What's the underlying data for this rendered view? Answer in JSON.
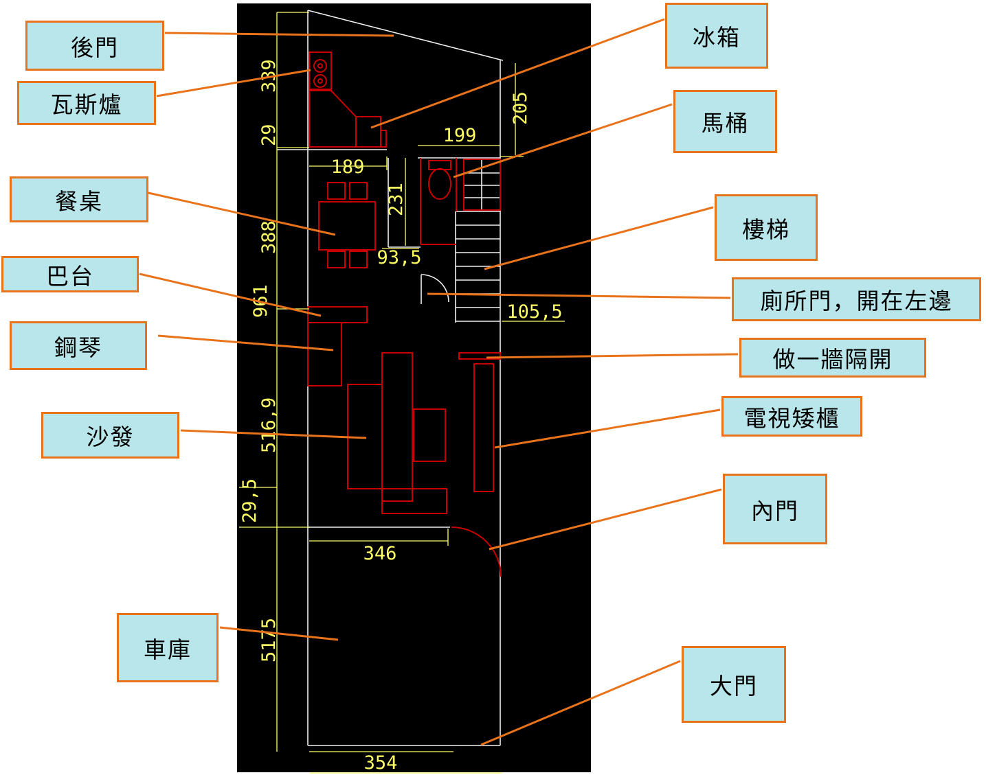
{
  "title": "annotated-floor-plan",
  "colors": {
    "canvas_bg": "#000000",
    "wall_line": "#f0f0f0",
    "furniture_line": "#c90000",
    "dimension_line": "#ffff66",
    "leader_line": "#e8731a",
    "label_bg": "#b9e6ea",
    "label_border": "#e8731a",
    "label_text": "#000000"
  },
  "labels": {
    "back_door": "後門",
    "gas_stove": "瓦斯爐",
    "fridge": "冰箱",
    "toilet": "馬桶",
    "dining_table": "餐桌",
    "stairs": "樓梯",
    "bar": "巴台",
    "toilet_door": "廁所門，開在左邊",
    "piano": "鋼琴",
    "partition_wall": "做一牆隔開",
    "sofa": "沙發",
    "tv_cabinet": "電視矮櫃",
    "inner_door": "內門",
    "garage": "車庫",
    "main_door": "大門"
  },
  "dimensions": {
    "v339": "339",
    "v29": "29",
    "v189": "189",
    "v199": "199",
    "v205": "205",
    "v231": "231",
    "v388": "388",
    "v93_5": "93,5",
    "v961": "961",
    "v105_5": "105,5",
    "v516_9": "516,9",
    "v29_5": "29,5",
    "v346": "346",
    "v5175": "5175",
    "v354": "354"
  }
}
